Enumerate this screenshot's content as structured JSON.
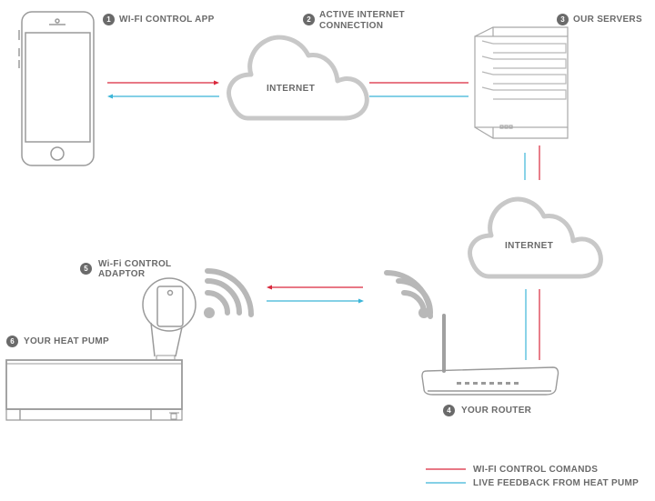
{
  "steps": [
    {
      "number": "1",
      "label_lines": [
        "WI-FI CONTROL APP"
      ]
    },
    {
      "number": "2",
      "label_lines": [
        "ACTIVE INTERNET",
        "CONNECTION"
      ]
    },
    {
      "number": "3",
      "label_lines": [
        "OUR SERVERS"
      ]
    },
    {
      "number": "4",
      "label_lines": [
        "YOUR ROUTER"
      ]
    },
    {
      "number": "5",
      "label_lines": [
        "Wi-Fi CONTROL",
        "ADAPTOR"
      ]
    },
    {
      "number": "6",
      "label_lines": [
        "YOUR HEAT PUMP"
      ]
    }
  ],
  "clouds": [
    {
      "label": "INTERNET"
    },
    {
      "label": "INTERNET"
    }
  ],
  "legend": [
    {
      "label": "WI-FI CONTROL COMANDS",
      "color": "#d9283c"
    },
    {
      "label": "LIVE FEEDBACK FROM HEAT PUMP",
      "color": "#3bb5d8"
    }
  ],
  "colors": {
    "outline": "#9a9a9a",
    "text": "#6a6a6a",
    "command": "#d9283c",
    "feedback": "#3bb5d8"
  }
}
